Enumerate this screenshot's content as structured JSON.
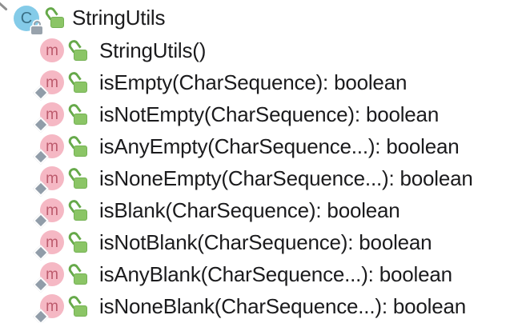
{
  "window": {
    "background": "#ffffff"
  },
  "colors": {
    "class_icon_bg": "#84cbe8",
    "class_icon_letter": "#396f85",
    "method_icon_bg": "#f5b8c4",
    "method_icon_letter": "#bc5a6c",
    "public_padlock_body": "#8bc566",
    "public_padlock_shackle": "#66a94a",
    "modifier_gray": "#98a2ac",
    "static_diamond_gray": "#919da9",
    "text": "#1b1b1d"
  },
  "tree": {
    "class_letter": "C",
    "method_letter": "m",
    "root": {
      "label": "StringUtils",
      "kind": "class",
      "modifiers": [
        "final"
      ],
      "visibility": "public"
    },
    "members": [
      {
        "label": "StringUtils()",
        "kind": "constructor",
        "static": false,
        "visibility": "public"
      },
      {
        "label": "isEmpty(CharSequence): boolean",
        "kind": "method",
        "static": true,
        "visibility": "public"
      },
      {
        "label": "isNotEmpty(CharSequence): boolean",
        "kind": "method",
        "static": true,
        "visibility": "public"
      },
      {
        "label": "isAnyEmpty(CharSequence...): boolean",
        "kind": "method",
        "static": true,
        "visibility": "public"
      },
      {
        "label": "isNoneEmpty(CharSequence...): boolean",
        "kind": "method",
        "static": true,
        "visibility": "public"
      },
      {
        "label": "isBlank(CharSequence): boolean",
        "kind": "method",
        "static": true,
        "visibility": "public"
      },
      {
        "label": "isNotBlank(CharSequence): boolean",
        "kind": "method",
        "static": true,
        "visibility": "public"
      },
      {
        "label": "isAnyBlank(CharSequence...): boolean",
        "kind": "method",
        "static": true,
        "visibility": "public"
      },
      {
        "label": "isNoneBlank(CharSequence...): boolean",
        "kind": "method",
        "static": true,
        "visibility": "public"
      }
    ]
  }
}
